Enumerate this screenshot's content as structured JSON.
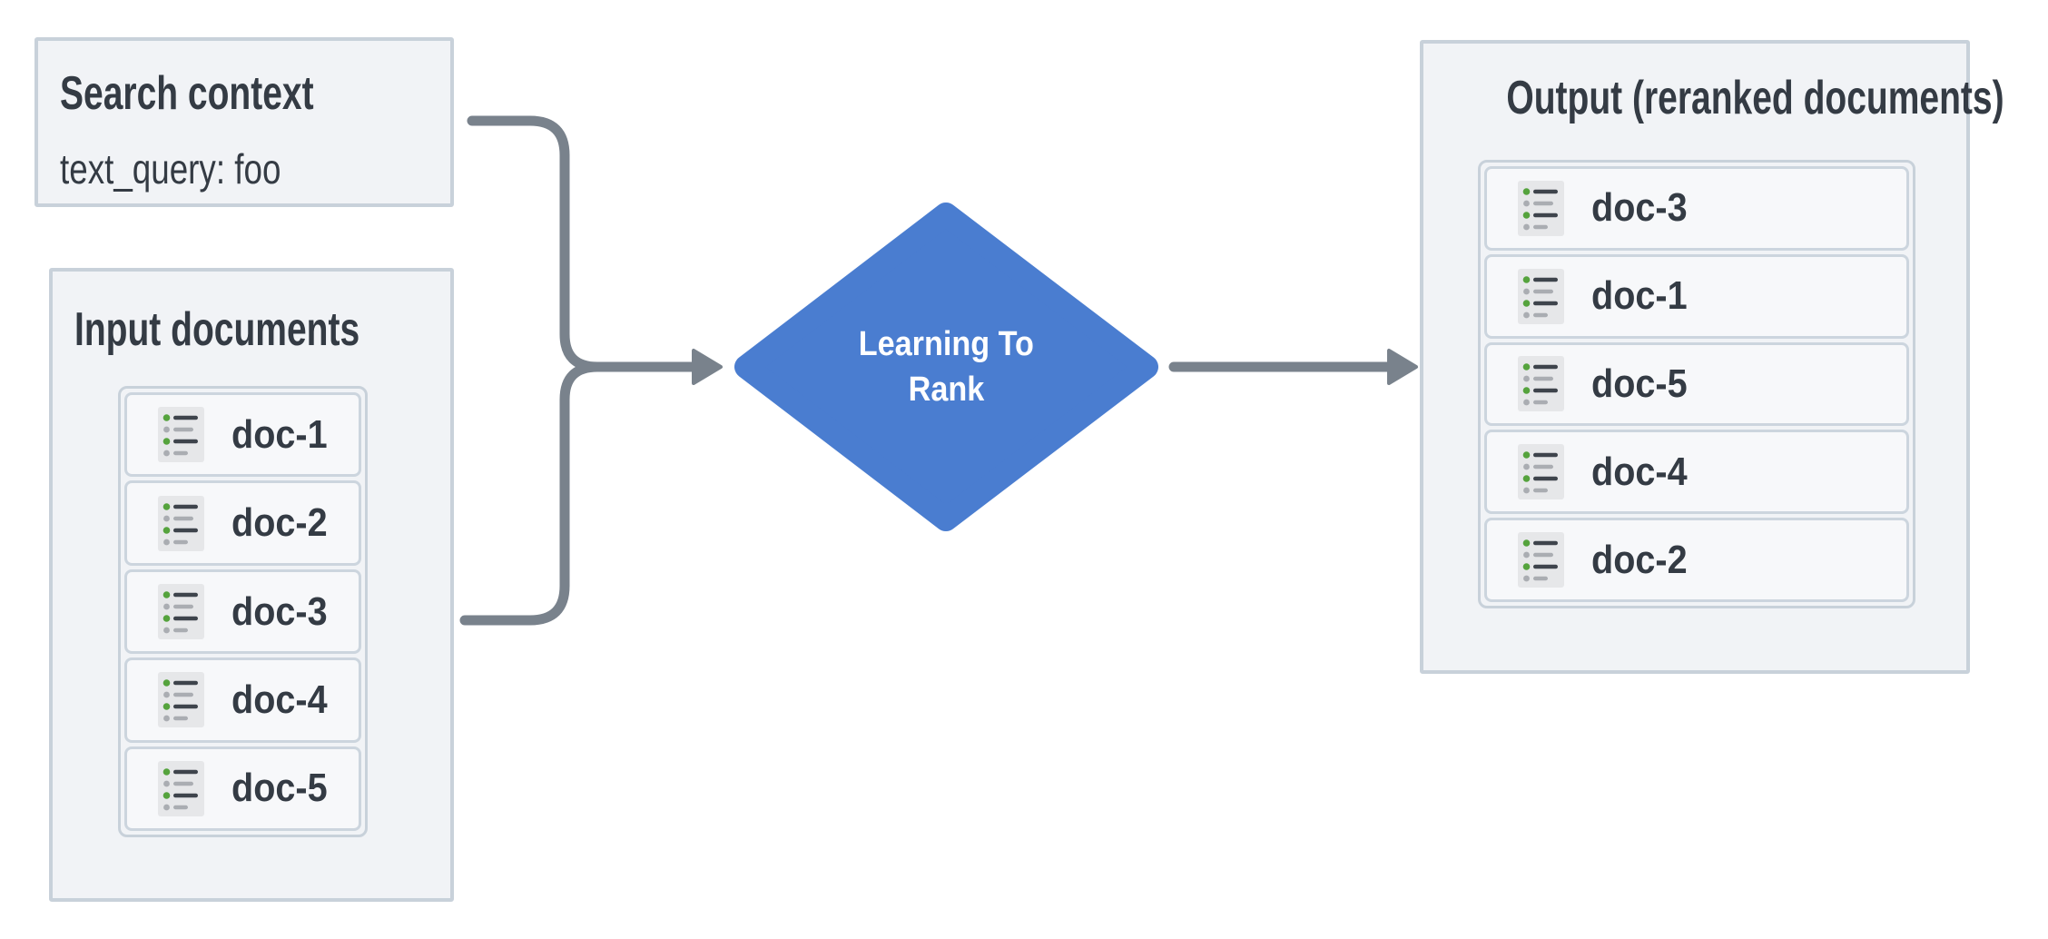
{
  "colors": {
    "diamond_blue": "#4a7dd0",
    "arrow_gray": "#79828c",
    "box_background": "#f1f3f6",
    "box_border": "#c8d1da",
    "card_background": "#f7f8fa",
    "card_border": "#ccd5de",
    "icon_background": "#e6e7e9",
    "icon_bullet_green": "#55a33d",
    "icon_bullet_gray": "#aaadb2",
    "icon_line_dark": "#3e444c",
    "text_dark": "#343b44"
  },
  "search_context": {
    "title": "Search context",
    "query_line": "text_query: foo"
  },
  "input_documents": {
    "title": "Input documents",
    "docs": [
      {
        "icon": "list-icon",
        "label": "doc-1"
      },
      {
        "icon": "list-icon",
        "label": "doc-2"
      },
      {
        "icon": "list-icon",
        "label": "doc-3"
      },
      {
        "icon": "list-icon",
        "label": "doc-4"
      },
      {
        "icon": "list-icon",
        "label": "doc-5"
      }
    ]
  },
  "processor": {
    "label_line1": "Learning To",
    "label_line2": "Rank"
  },
  "output_documents": {
    "title": "Output (reranked documents)",
    "docs": [
      {
        "icon": "list-icon",
        "label": "doc-3"
      },
      {
        "icon": "list-icon",
        "label": "doc-1"
      },
      {
        "icon": "list-icon",
        "label": "doc-5"
      },
      {
        "icon": "list-icon",
        "label": "doc-4"
      },
      {
        "icon": "list-icon",
        "label": "doc-2"
      }
    ]
  }
}
